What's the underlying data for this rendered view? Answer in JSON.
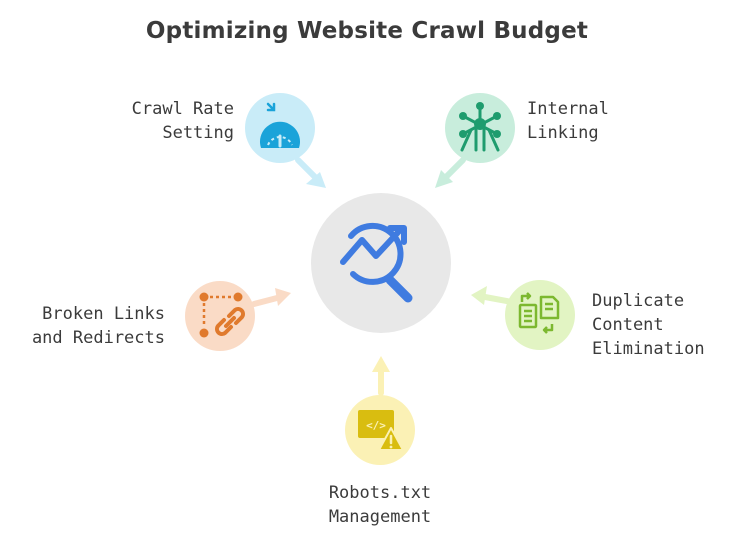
{
  "title": "Optimizing Website Crawl Budget",
  "center": {
    "icon": "magnifier-trend-icon",
    "color": "#e8e8e8",
    "icon_color": "#3f7be0"
  },
  "nodes": [
    {
      "id": "crawl-rate",
      "lines": [
        "Crawl Rate",
        "Setting"
      ],
      "icon": "gauge-icon",
      "color": "#c9ecf8",
      "accent": "#1aa3d9"
    },
    {
      "id": "internal-linking",
      "lines": [
        "Internal",
        "Linking"
      ],
      "icon": "network-icon",
      "color": "#c8eddc",
      "accent": "#1f9c6e"
    },
    {
      "id": "duplicate-content",
      "lines": [
        "Duplicate",
        "Content",
        "Elimination"
      ],
      "icon": "documents-sync-icon",
      "color": "#e2f4c3",
      "accent": "#7cb82f"
    },
    {
      "id": "robots-txt",
      "lines": [
        "Robots.txt",
        "Management"
      ],
      "icon": "code-warning-icon",
      "color": "#fbf1b5",
      "accent": "#d9bd10"
    },
    {
      "id": "broken-links",
      "lines": [
        "Broken Links",
        "and Redirects"
      ],
      "icon": "link-nodes-icon",
      "color": "#fadbc6",
      "accent": "#e07a2d"
    }
  ]
}
